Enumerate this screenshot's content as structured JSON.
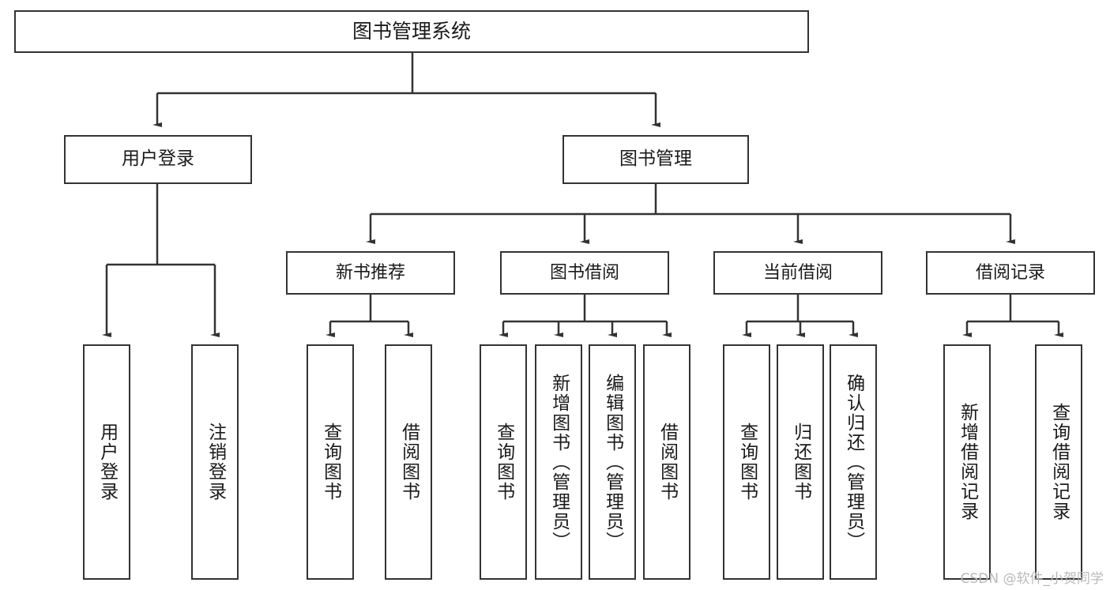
{
  "diagram": {
    "title": "图书管理系统",
    "type": "tree-hierarchy",
    "watermark": "CSDN @软件_小贺同学",
    "colors": {
      "box_border": "#333333",
      "box_fill": "#ffffff",
      "edge": "#333333",
      "text": "#1a1a1a",
      "watermark": "#b9b9b9",
      "background": "#ffffff"
    },
    "root": {
      "label": "图书管理系统"
    },
    "level1": [
      {
        "label": "用户登录"
      },
      {
        "label": "图书管理"
      }
    ],
    "level2": [
      {
        "label": "新书推荐"
      },
      {
        "label": "图书借阅"
      },
      {
        "label": "当前借阅"
      },
      {
        "label": "借阅记录"
      }
    ],
    "leaves": {
      "user_login": [
        {
          "label": "用户登录"
        },
        {
          "label": "注销登录"
        }
      ],
      "new_book_recommend": [
        {
          "label": "查询图书"
        },
        {
          "label": "借阅图书"
        }
      ],
      "book_borrow": [
        {
          "label": "查询图书"
        },
        {
          "label": "新增图书（管理员）"
        },
        {
          "label": "编辑图书（管理员）"
        },
        {
          "label": "借阅图书"
        }
      ],
      "current_borrow": [
        {
          "label": "查询图书"
        },
        {
          "label": "归还图书"
        },
        {
          "label": "确认归还（管理员）"
        }
      ],
      "borrow_record": [
        {
          "label": "新增借阅记录"
        },
        {
          "label": "查询借阅记录"
        }
      ]
    }
  }
}
